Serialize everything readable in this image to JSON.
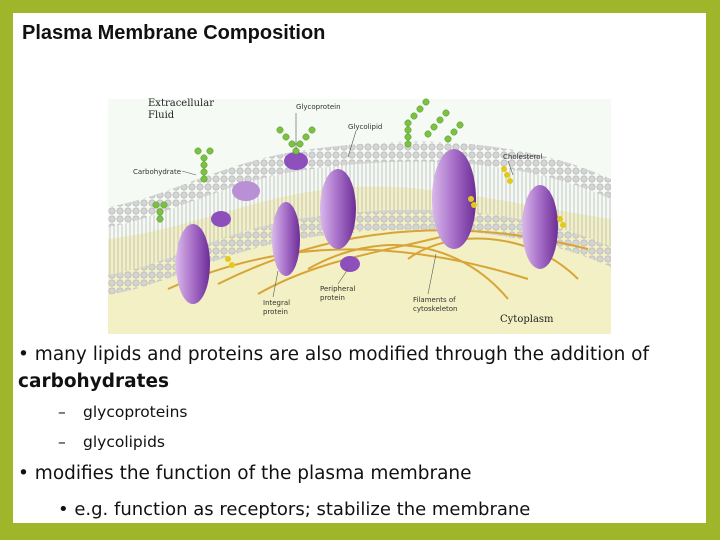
{
  "slide": {
    "title": "Plasma Membrane Composition"
  },
  "figure": {
    "labels": {
      "extracellular_line1": "Extracellular",
      "extracellular_line2": "Fluid",
      "glycoprotein": "Glycoprotein",
      "glycolipid": "Glycolipid",
      "cholesterol": "Cholesterol",
      "carbohydrate": "Carbohydrate",
      "integral_line1": "Integral",
      "integral_line2": "protein",
      "peripheral_line1": "Peripheral",
      "peripheral_line2": "protein",
      "filaments_line1": "Filaments of",
      "filaments_line2": "cytoskeleton",
      "cytoplasm": "Cytoplasm"
    },
    "colors": {
      "background": "#f2f0c4",
      "lipid_heads": "#d2d2d2",
      "protein": "#a36bc4",
      "carbohydrate": "#7cc242",
      "cholesterol": "#e3c91b",
      "filament": "#d9a437"
    }
  },
  "content": {
    "bullet1_text": "• many lipids and proteins are also modified through the addition of",
    "bullet1_bold": "carbohydrates",
    "sub_bullets": [
      "glycoproteins",
      "glycolipids"
    ],
    "sub_dash": "–",
    "bullet2": "• modifies the function of the plasma membrane",
    "bullet3": "• e.g. function as receptors; stabilize the membrane"
  },
  "frame": {
    "border_color": "#9fb62a"
  }
}
